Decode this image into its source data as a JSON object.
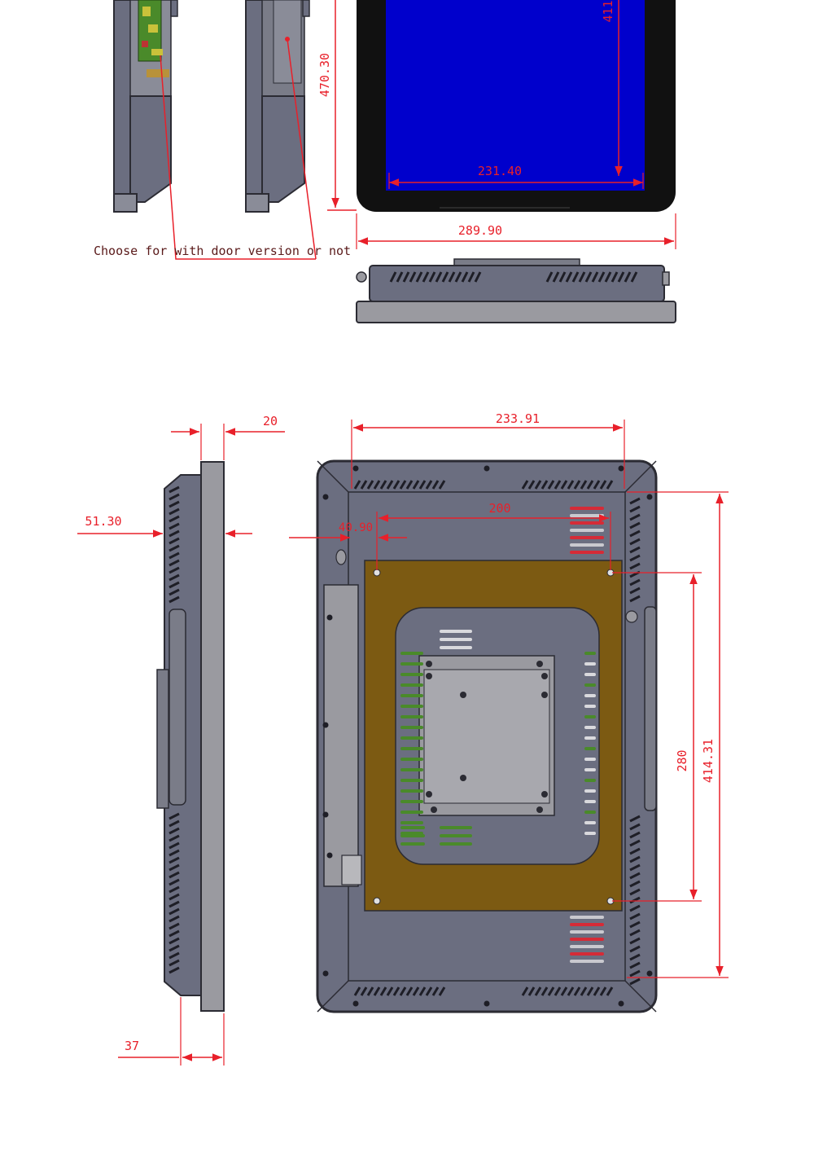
{
  "note": "Choose for with door version or not",
  "colors": {
    "dimension": "#e8202a",
    "body": "#6b6e80",
    "body_edge": "#2b2b33",
    "bezel": "#111111",
    "screen": "#0000cc",
    "plate": "#7c5a12",
    "panel": "#9a9aa0",
    "pcb": "#4a8a2a"
  },
  "dimensions": {
    "height_overall": "470.30",
    "screen_height": "411",
    "screen_width": "231.40",
    "overall_width": "289.90",
    "depth_20": "20",
    "depth_51": "51.30",
    "depth_37": "37",
    "width_233": "233.91",
    "vesa_200": "200",
    "offset_4090": "40.90",
    "vesa_280": "280",
    "height_41431": "414.31"
  }
}
